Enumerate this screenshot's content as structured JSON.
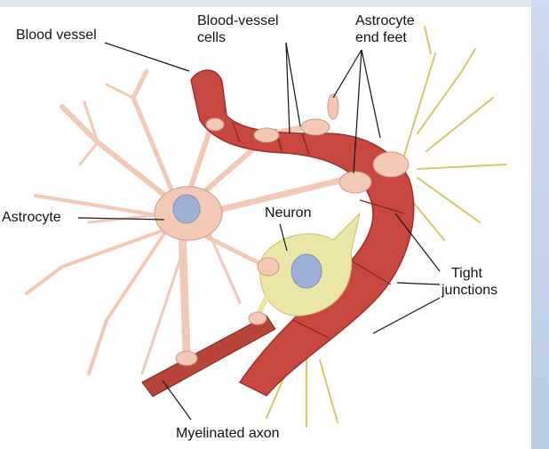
{
  "labels": {
    "blood_vessel": "Blood vessel",
    "blood_vessel_cells_1": "Blood-vessel",
    "blood_vessel_cells_2": "cells",
    "astrocyte_end_feet_1": "Astrocyte",
    "astrocyte_end_feet_2": "end feet",
    "astrocyte": "Astrocyte",
    "neuron": "Neuron",
    "tight_junctions_1": "Tight",
    "tight_junctions_2": "junctions",
    "myelinated_axon": "Myelinated axon"
  },
  "colors": {
    "vessel": "#c8473f",
    "vessel_dark": "#9e2f2a",
    "astrocyte": "#f3c8b4",
    "astrocyte_edge": "#c99a86",
    "neuron": "#ece6a6",
    "nucleus": "#9fb0d8",
    "nerve_fibers": "#d8c46a",
    "axon": "#b7453a"
  }
}
